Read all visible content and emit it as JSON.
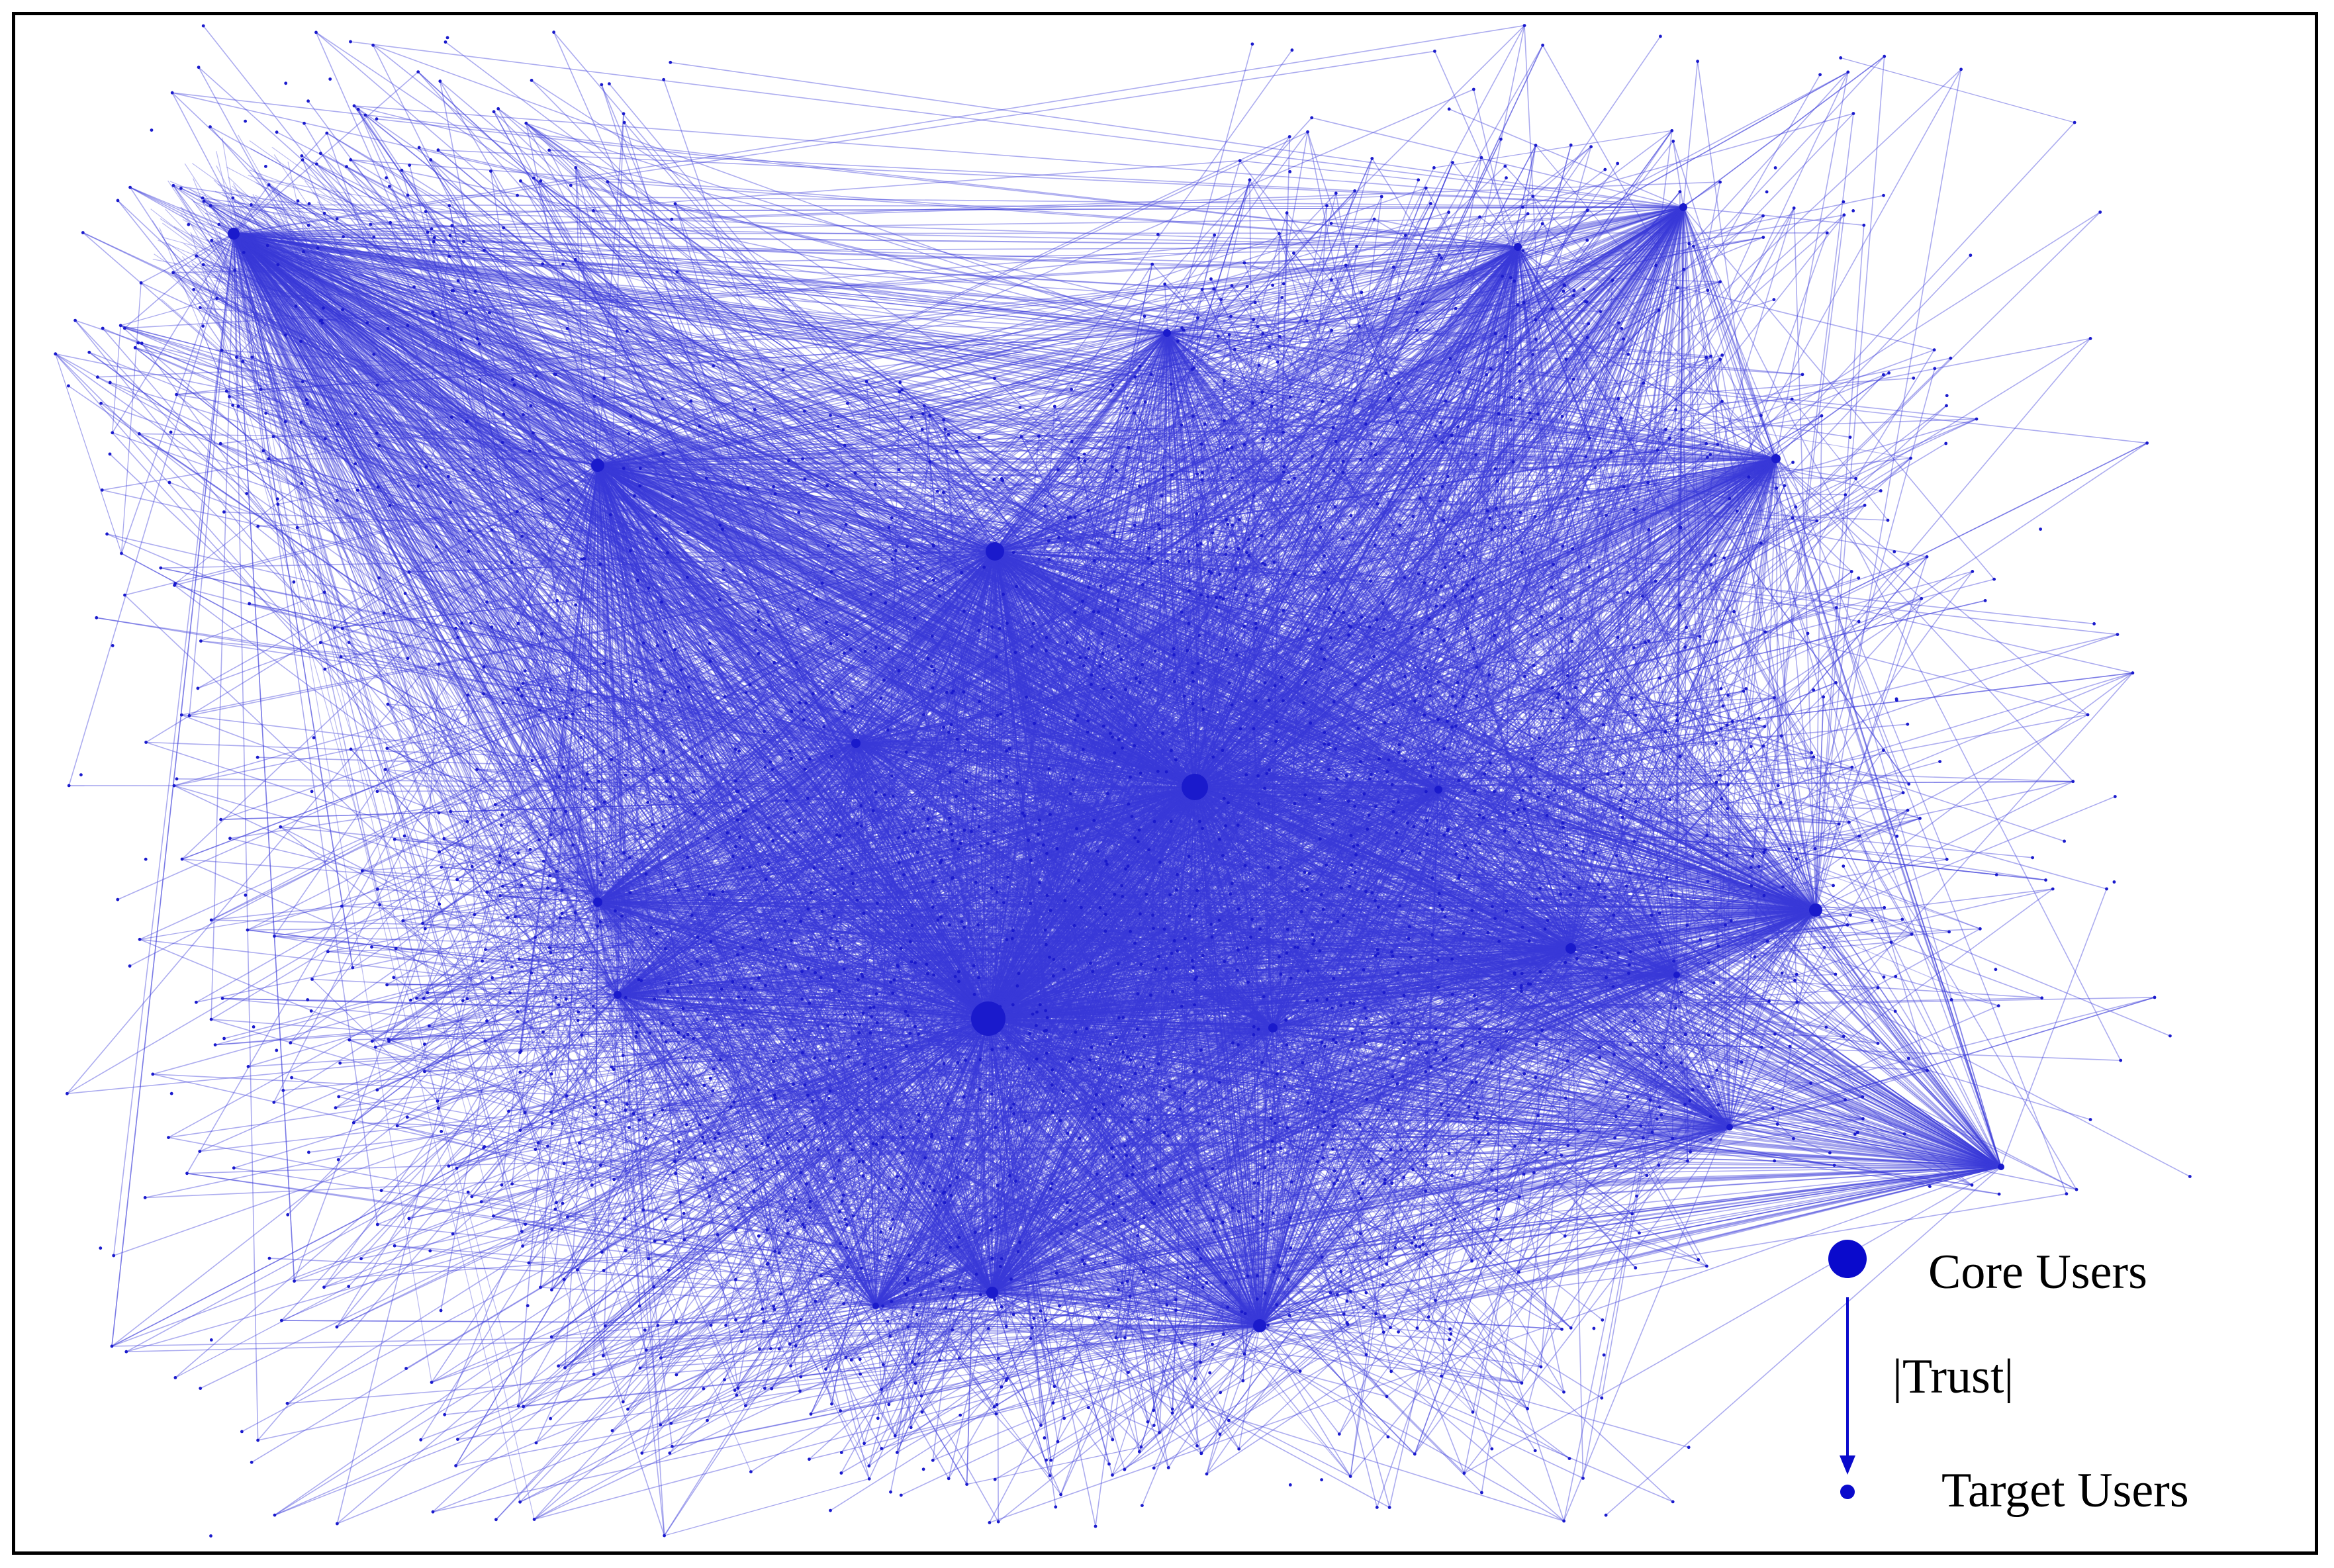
{
  "figure": {
    "type": "trust-network-graph",
    "node_color": "#1a1acc",
    "edge_color": "#3a3ad8",
    "background_color": "#ffffff",
    "border_color": "#000000"
  },
  "legend": {
    "core_label": "Core Users",
    "trust_label": "|Trust|",
    "target_label": "Target Users",
    "core_icon": "large-filled-circle",
    "edge_icon": "downward-arrow",
    "target_icon": "small-filled-circle"
  }
}
